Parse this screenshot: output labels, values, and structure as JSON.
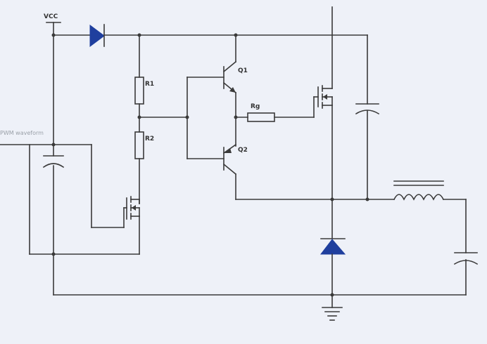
{
  "diagram": {
    "type": "circuit-schematic",
    "labels": {
      "vcc": "VCC",
      "r1": "R1",
      "r2": "R2",
      "q1": "Q1",
      "q2": "Q2",
      "rg": "Rg",
      "pwm": "PWM waveform"
    },
    "colors": {
      "wire": "#3a3a3a",
      "diode_fill": "#1f3f9e",
      "background": "#eef1f8",
      "faint_text": "#9aa0a8"
    },
    "components": [
      "vcc-terminal",
      "bootstrap-diode",
      "resistor",
      "transistor",
      "mosfet",
      "capacitor",
      "inductor",
      "freewheel-diode",
      "ground"
    ]
  }
}
